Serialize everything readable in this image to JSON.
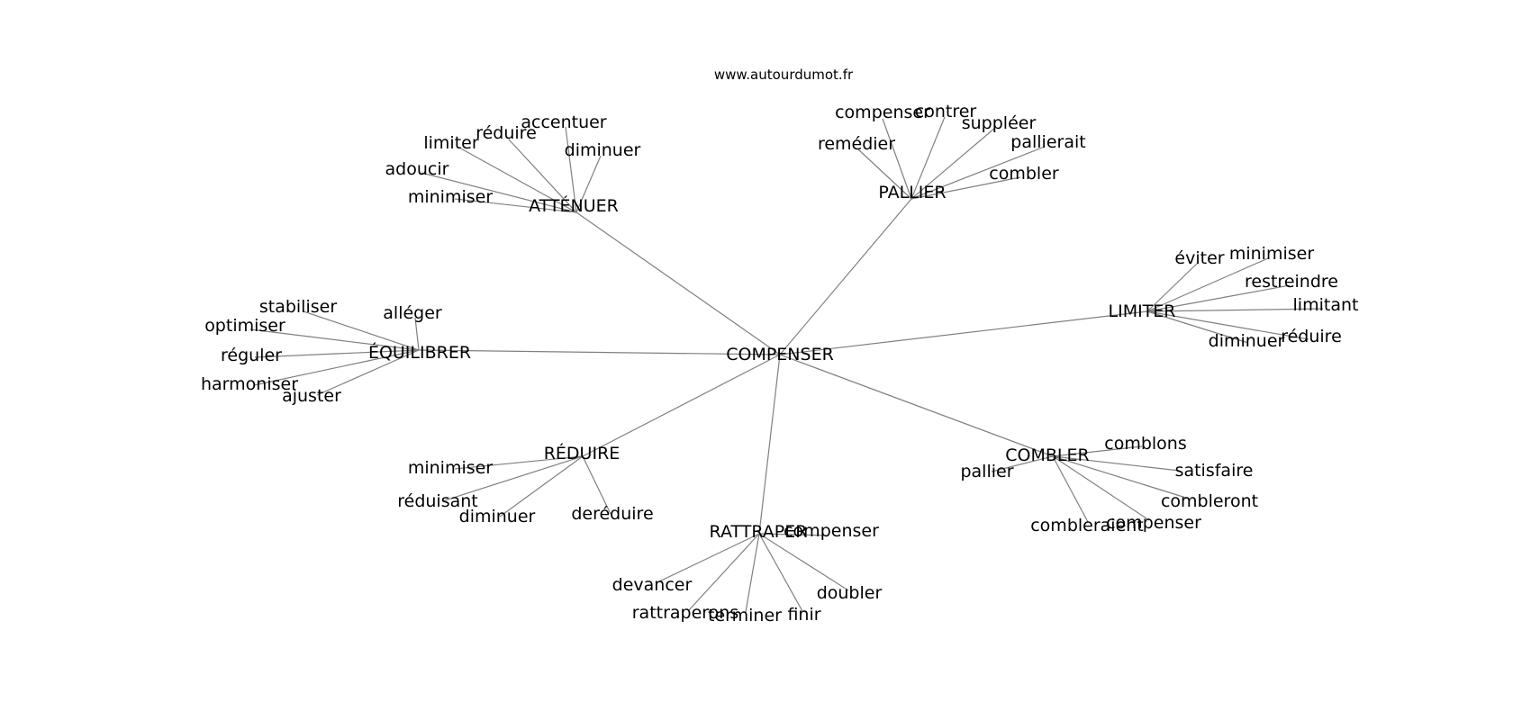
{
  "site": "www.autourdumot.fr",
  "colors": {
    "edge": "#808080",
    "text": "#000000",
    "background": "#ffffff"
  },
  "root": {
    "id": "root",
    "label": "COMPENSER"
  },
  "nodes": [
    {
      "id": "root",
      "label": "COMPENSER"
    },
    {
      "id": "attenuer",
      "label": "ATTÉNUER"
    },
    {
      "id": "attenuer-limiter",
      "label": "limiter"
    },
    {
      "id": "attenuer-reduire",
      "label": "réduire"
    },
    {
      "id": "attenuer-accentuer",
      "label": "accentuer"
    },
    {
      "id": "attenuer-diminuer",
      "label": "diminuer"
    },
    {
      "id": "attenuer-adoucir",
      "label": "adoucir"
    },
    {
      "id": "attenuer-minimiser",
      "label": "minimiser"
    },
    {
      "id": "pallier",
      "label": "PALLIER"
    },
    {
      "id": "pallier-compenser",
      "label": "compenser"
    },
    {
      "id": "pallier-contrer",
      "label": "contrer"
    },
    {
      "id": "pallier-suppleer",
      "label": "suppléer"
    },
    {
      "id": "pallier-pallierait",
      "label": "pallierait"
    },
    {
      "id": "pallier-remedier",
      "label": "remédier"
    },
    {
      "id": "pallier-combler",
      "label": "combler"
    },
    {
      "id": "limiter",
      "label": "LIMITER"
    },
    {
      "id": "limiter-eviter",
      "label": "éviter"
    },
    {
      "id": "limiter-minimiser",
      "label": "minimiser"
    },
    {
      "id": "limiter-restreindre",
      "label": "restreindre"
    },
    {
      "id": "limiter-limitant",
      "label": "limitant"
    },
    {
      "id": "limiter-diminuer",
      "label": "diminuer"
    },
    {
      "id": "limiter-reduire",
      "label": "réduire"
    },
    {
      "id": "equilibrer",
      "label": "ÉQUILIBRER"
    },
    {
      "id": "equilibrer-stabiliser",
      "label": "stabiliser"
    },
    {
      "id": "equilibrer-optimiser",
      "label": "optimiser"
    },
    {
      "id": "equilibrer-alleger",
      "label": "alléger"
    },
    {
      "id": "equilibrer-reguler",
      "label": "réguler"
    },
    {
      "id": "equilibrer-harmoniser",
      "label": "harmoniser"
    },
    {
      "id": "equilibrer-ajuster",
      "label": "ajuster"
    },
    {
      "id": "reduire",
      "label": "RÉDUIRE"
    },
    {
      "id": "reduire-minimiser",
      "label": "minimiser"
    },
    {
      "id": "reduire-reduisant",
      "label": "réduisant"
    },
    {
      "id": "reduire-diminuer",
      "label": "diminuer"
    },
    {
      "id": "reduire-dereduire",
      "label": "deréduire"
    },
    {
      "id": "combler",
      "label": "COMBLER"
    },
    {
      "id": "combler-comblons",
      "label": "comblons"
    },
    {
      "id": "combler-pallier",
      "label": "pallier"
    },
    {
      "id": "combler-satisfaire",
      "label": "satisfaire"
    },
    {
      "id": "combler-combleront",
      "label": "combleront"
    },
    {
      "id": "combler-combleraient",
      "label": "combleraient"
    },
    {
      "id": "combler-compenser",
      "label": "compenser"
    },
    {
      "id": "rattraper",
      "label": "RATTRAPER"
    },
    {
      "id": "rattraper-compenser",
      "label": "compenser"
    },
    {
      "id": "rattraper-devancer",
      "label": "devancer"
    },
    {
      "id": "rattraper-rattraperons",
      "label": "rattraperons"
    },
    {
      "id": "rattraper-terminer",
      "label": "terminer"
    },
    {
      "id": "rattraper-finir",
      "label": "finir"
    },
    {
      "id": "rattraper-doubler",
      "label": "doubler"
    }
  ],
  "edges": [
    [
      "root",
      "attenuer"
    ],
    [
      "root",
      "pallier"
    ],
    [
      "root",
      "limiter"
    ],
    [
      "root",
      "equilibrer"
    ],
    [
      "root",
      "reduire"
    ],
    [
      "root",
      "combler"
    ],
    [
      "root",
      "rattraper"
    ],
    [
      "attenuer",
      "attenuer-limiter"
    ],
    [
      "attenuer",
      "attenuer-reduire"
    ],
    [
      "attenuer",
      "attenuer-accentuer"
    ],
    [
      "attenuer",
      "attenuer-diminuer"
    ],
    [
      "attenuer",
      "attenuer-adoucir"
    ],
    [
      "attenuer",
      "attenuer-minimiser"
    ],
    [
      "pallier",
      "pallier-compenser"
    ],
    [
      "pallier",
      "pallier-contrer"
    ],
    [
      "pallier",
      "pallier-suppleer"
    ],
    [
      "pallier",
      "pallier-pallierait"
    ],
    [
      "pallier",
      "pallier-remedier"
    ],
    [
      "pallier",
      "pallier-combler"
    ],
    [
      "limiter",
      "limiter-eviter"
    ],
    [
      "limiter",
      "limiter-minimiser"
    ],
    [
      "limiter",
      "limiter-restreindre"
    ],
    [
      "limiter",
      "limiter-limitant"
    ],
    [
      "limiter",
      "limiter-diminuer"
    ],
    [
      "limiter",
      "limiter-reduire"
    ],
    [
      "equilibrer",
      "equilibrer-stabiliser"
    ],
    [
      "equilibrer",
      "equilibrer-optimiser"
    ],
    [
      "equilibrer",
      "equilibrer-alleger"
    ],
    [
      "equilibrer",
      "equilibrer-reguler"
    ],
    [
      "equilibrer",
      "equilibrer-harmoniser"
    ],
    [
      "equilibrer",
      "equilibrer-ajuster"
    ],
    [
      "reduire",
      "reduire-minimiser"
    ],
    [
      "reduire",
      "reduire-reduisant"
    ],
    [
      "reduire",
      "reduire-diminuer"
    ],
    [
      "reduire",
      "reduire-dereduire"
    ],
    [
      "combler",
      "combler-comblons"
    ],
    [
      "combler",
      "combler-pallier"
    ],
    [
      "combler",
      "combler-satisfaire"
    ],
    [
      "combler",
      "combler-combleront"
    ],
    [
      "combler",
      "combler-combleraient"
    ],
    [
      "combler",
      "combler-compenser"
    ],
    [
      "rattraper",
      "rattraper-compenser"
    ],
    [
      "rattraper",
      "rattraper-devancer"
    ],
    [
      "rattraper",
      "rattraper-rattraperons"
    ],
    [
      "rattraper",
      "rattraper-terminer"
    ],
    [
      "rattraper",
      "rattraper-finir"
    ],
    [
      "rattraper",
      "rattraper-doubler"
    ]
  ]
}
